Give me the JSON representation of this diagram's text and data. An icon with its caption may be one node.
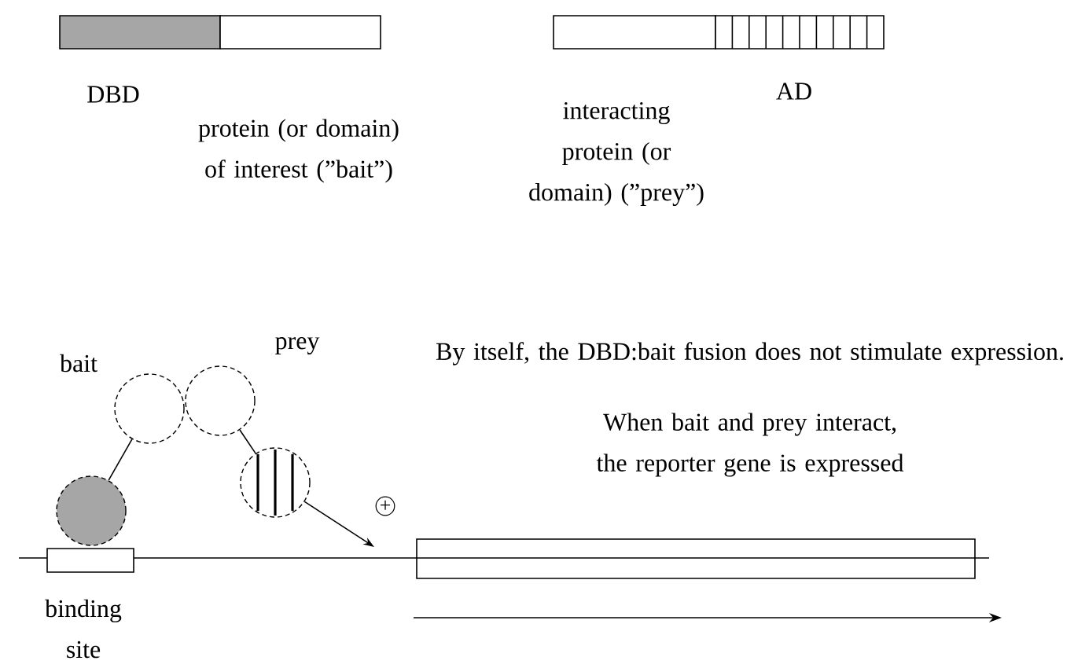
{
  "diagram": {
    "nodes": [
      {
        "text": [],
        "shape": "bar",
        "beside": [
          "DBD"
        ]
      },
      {
        "text": [],
        "shape": "bar",
        "beside": [
          "protein (or domain) of interest (”bait”)"
        ]
      },
      {
        "text": [],
        "shape": "bar",
        "beside": [
          "interacting protein (or domain) (”prey”)"
        ]
      },
      {
        "text": [],
        "shape": "bar",
        "beside": [
          "AD"
        ]
      },
      {
        "text": [],
        "shape": "circle",
        "beside": [
          "bait"
        ]
      },
      {
        "text": [],
        "shape": "circle",
        "beside": [
          "prey"
        ]
      },
      {
        "text": [],
        "shape": "circle"
      },
      {
        "text": [],
        "shape": "circle"
      },
      {
        "text": [],
        "shape": "box",
        "beside": [
          "binding site"
        ]
      },
      {
        "text": [],
        "shape": "box"
      }
    ],
    "edges": [
      {
        "from": 4,
        "to": 6,
        "arrow": "none"
      },
      {
        "from": 5,
        "to": 7,
        "arrow": "none"
      },
      {
        "from": 7,
        "to": null,
        "arrow": "to"
      }
    ],
    "labels": [
      "+",
      "By itself, the DBD:bait fusion does not stimulate expression.",
      "When bait and prey interact, the reporter gene is expressed"
    ]
  }
}
